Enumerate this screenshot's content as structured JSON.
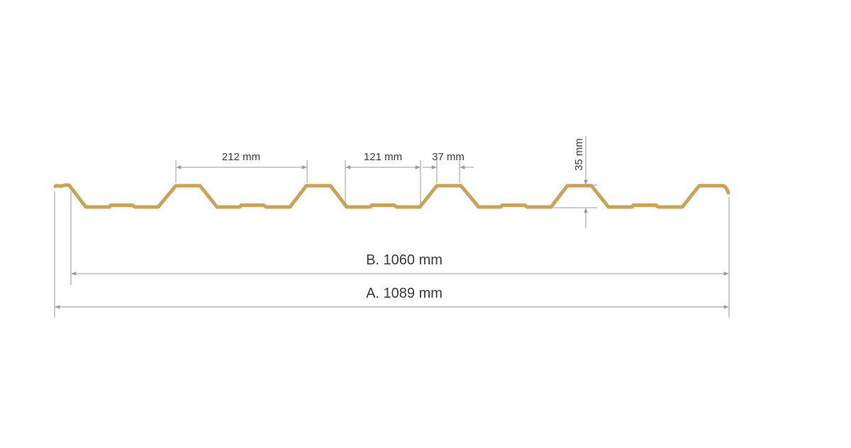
{
  "profile": {
    "color": "#C9A35A"
  },
  "dimensions": {
    "pitch": "212 mm",
    "valley_width": "121 mm",
    "crest_width": "37 mm",
    "height": "35 mm",
    "effective_width": "B. 1060 mm",
    "total_width": "A. 1089 mm"
  },
  "colors": {
    "dimension_line": "#9A9A9A",
    "text": "#3A3A3A"
  }
}
